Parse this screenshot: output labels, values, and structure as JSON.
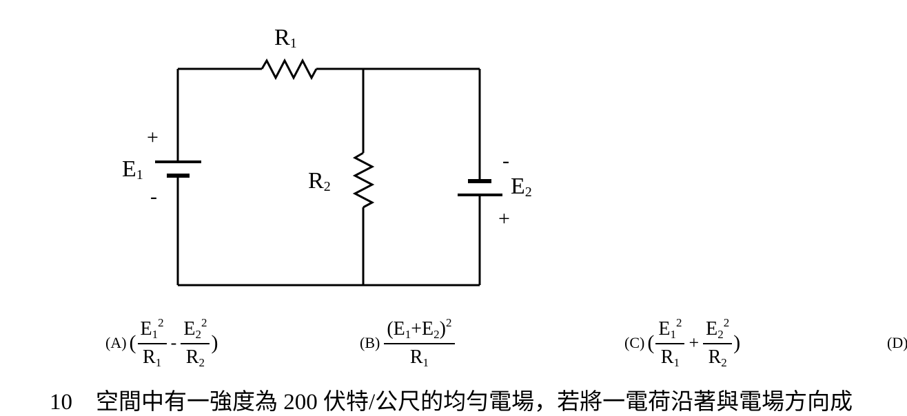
{
  "labels": {
    "r1": "R",
    "r1_sub": "1",
    "r2": "R",
    "r2_sub": "2",
    "e1": "E",
    "e1_sub": "1",
    "e2": "E",
    "e2_sub": "2",
    "e1_plus": "+",
    "e1_minus": "-",
    "e2_minus": "-",
    "e2_plus": "+"
  },
  "options": {
    "a": {
      "tag": "(A)",
      "open": "(",
      "n1": "E",
      "n1_sub": "1",
      "n1_sup": "2",
      "d1": "R",
      "d1_sub": "1",
      "op": "-",
      "n2": "E",
      "n2_sub": "2",
      "n2_sup": "2",
      "d2": "R",
      "d2_sub": "2",
      "close": ")"
    },
    "b": {
      "tag": "(B)",
      "num_open": "(E",
      "n1_sub": "1",
      "plus": "+E",
      "n2_sub": "2",
      "num_close": ")",
      "num_sup": "2",
      "den": "R",
      "den_sub": "1"
    },
    "c": {
      "tag": "(C)",
      "open": "(",
      "n1": "E",
      "n1_sub": "1",
      "n1_sup": "2",
      "d1": "R",
      "d1_sub": "1",
      "op": "+",
      "n2": "E",
      "n2_sub": "2",
      "n2_sup": "2",
      "d2": "R",
      "d2_sub": "2",
      "close": ")"
    },
    "d": {
      "tag": "(D)"
    }
  },
  "question": {
    "number": "10",
    "text": "空間中有一強度為 200 伏特/公尺的均勻電場，若將一電荷沿著與電場方向成"
  }
}
